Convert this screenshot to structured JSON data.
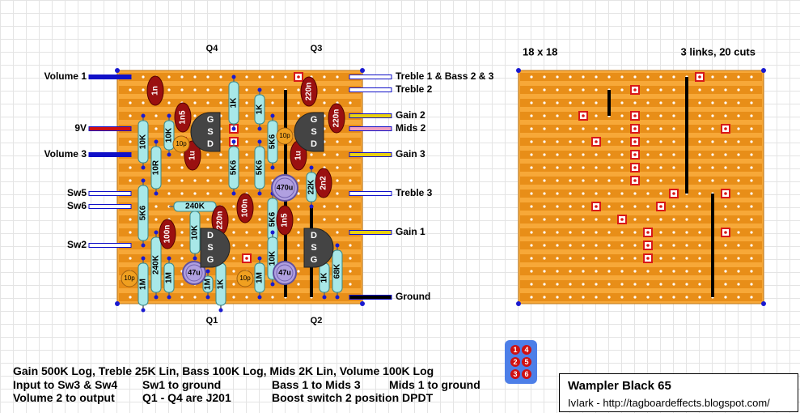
{
  "colors": {
    "board": "#f7a838",
    "strip": "#e88e18",
    "hole": "#ffffff",
    "wire_blue": "#1010c8",
    "wire_red": "#d01010",
    "wire_yellow": "#e8d010",
    "wire_pink": "#f0a0c0",
    "link": "#000000",
    "cut": "#d81818",
    "resistor": "#a8e8e8",
    "film_cap": "#9a1010",
    "ceramic_cap": "#f0a020",
    "electrolytic": "#b0a0e0",
    "jfet": "#444444"
  },
  "transistor_labels": {
    "q1": "Q1",
    "q2": "Q2",
    "q3": "Q3",
    "q4": "Q4"
  },
  "left_labels": [
    {
      "text": "Volume 1",
      "wire": "blue"
    },
    {
      "text": "9V",
      "wire": "red"
    },
    {
      "text": "Volume 3",
      "wire": "blue"
    },
    {
      "text": "Sw5",
      "wire": "white"
    },
    {
      "text": "Sw6",
      "wire": "white"
    },
    {
      "text": "Sw2",
      "wire": "white"
    }
  ],
  "right_labels": [
    {
      "text": "Treble 1 & Bass 2 & 3",
      "wire": "white"
    },
    {
      "text": "Treble 2",
      "wire": "white"
    },
    {
      "text": "Gain 2",
      "wire": "yellow"
    },
    {
      "text": "Mids 2",
      "wire": "pink"
    },
    {
      "text": "Gain 3",
      "wire": "yellow"
    },
    {
      "text": "Treble 3",
      "wire": "white"
    },
    {
      "text": "Gain 1",
      "wire": "yellow"
    },
    {
      "text": "Ground",
      "wire": "black"
    }
  ],
  "resistors": [
    {
      "value": "1K"
    },
    {
      "value": "1K"
    },
    {
      "value": "10K"
    },
    {
      "value": "10K"
    },
    {
      "value": "10R"
    },
    {
      "value": "5K6"
    },
    {
      "value": "5K6"
    },
    {
      "value": "5K6"
    },
    {
      "value": "5K6"
    },
    {
      "value": "5K6"
    },
    {
      "value": "240K"
    },
    {
      "value": "240K"
    },
    {
      "value": "10K"
    },
    {
      "value": "10K"
    },
    {
      "value": "1M"
    },
    {
      "value": "1M"
    },
    {
      "value": "1K"
    },
    {
      "value": "1M"
    },
    {
      "value": "1M"
    },
    {
      "value": "22K"
    },
    {
      "value": "68K"
    },
    {
      "value": "1K"
    }
  ],
  "film_caps": [
    {
      "value": "1n"
    },
    {
      "value": "1n5"
    },
    {
      "value": "1u"
    },
    {
      "value": "220n"
    },
    {
      "value": "220n"
    },
    {
      "value": "1u"
    },
    {
      "value": "2n2"
    },
    {
      "value": "100n"
    },
    {
      "value": "220n"
    },
    {
      "value": "100n"
    },
    {
      "value": "1n5"
    }
  ],
  "ceramic_caps": [
    {
      "value": "10p"
    },
    {
      "value": "10p"
    },
    {
      "value": "10p"
    },
    {
      "value": "10p"
    }
  ],
  "electrolytics": [
    {
      "value": "470u"
    },
    {
      "value": "47u"
    },
    {
      "value": "47u"
    }
  ],
  "jfets": [
    {
      "pins": [
        "G",
        "S",
        "D"
      ]
    },
    {
      "pins": [
        "G",
        "S",
        "D"
      ]
    },
    {
      "pins": [
        "D",
        "S",
        "G"
      ]
    },
    {
      "pins": [
        "D",
        "S",
        "G"
      ]
    }
  ],
  "cut_board": {
    "size": "18 x 18",
    "summary": "3 links, 20 cuts"
  },
  "notes": {
    "line1": "Gain 500K Log, Treble 25K Lin, Bass 100K Log, Mids 2K Lin, Volume 100K Log",
    "line2": [
      "Input to Sw3 & Sw4",
      "Sw1 to ground",
      "Bass 1 to Mids 3",
      "Mids 1 to ground"
    ],
    "line3": [
      "Volume 2 to output",
      "Q1 - Q4 are J201",
      "Boost switch 2 position DPDT"
    ]
  },
  "switch_pins": [
    "1",
    "4",
    "2",
    "5",
    "3",
    "6"
  ],
  "title": "Wampler Black 65",
  "credit": "IvIark - http://tagboardeffects.blogspot.com/"
}
